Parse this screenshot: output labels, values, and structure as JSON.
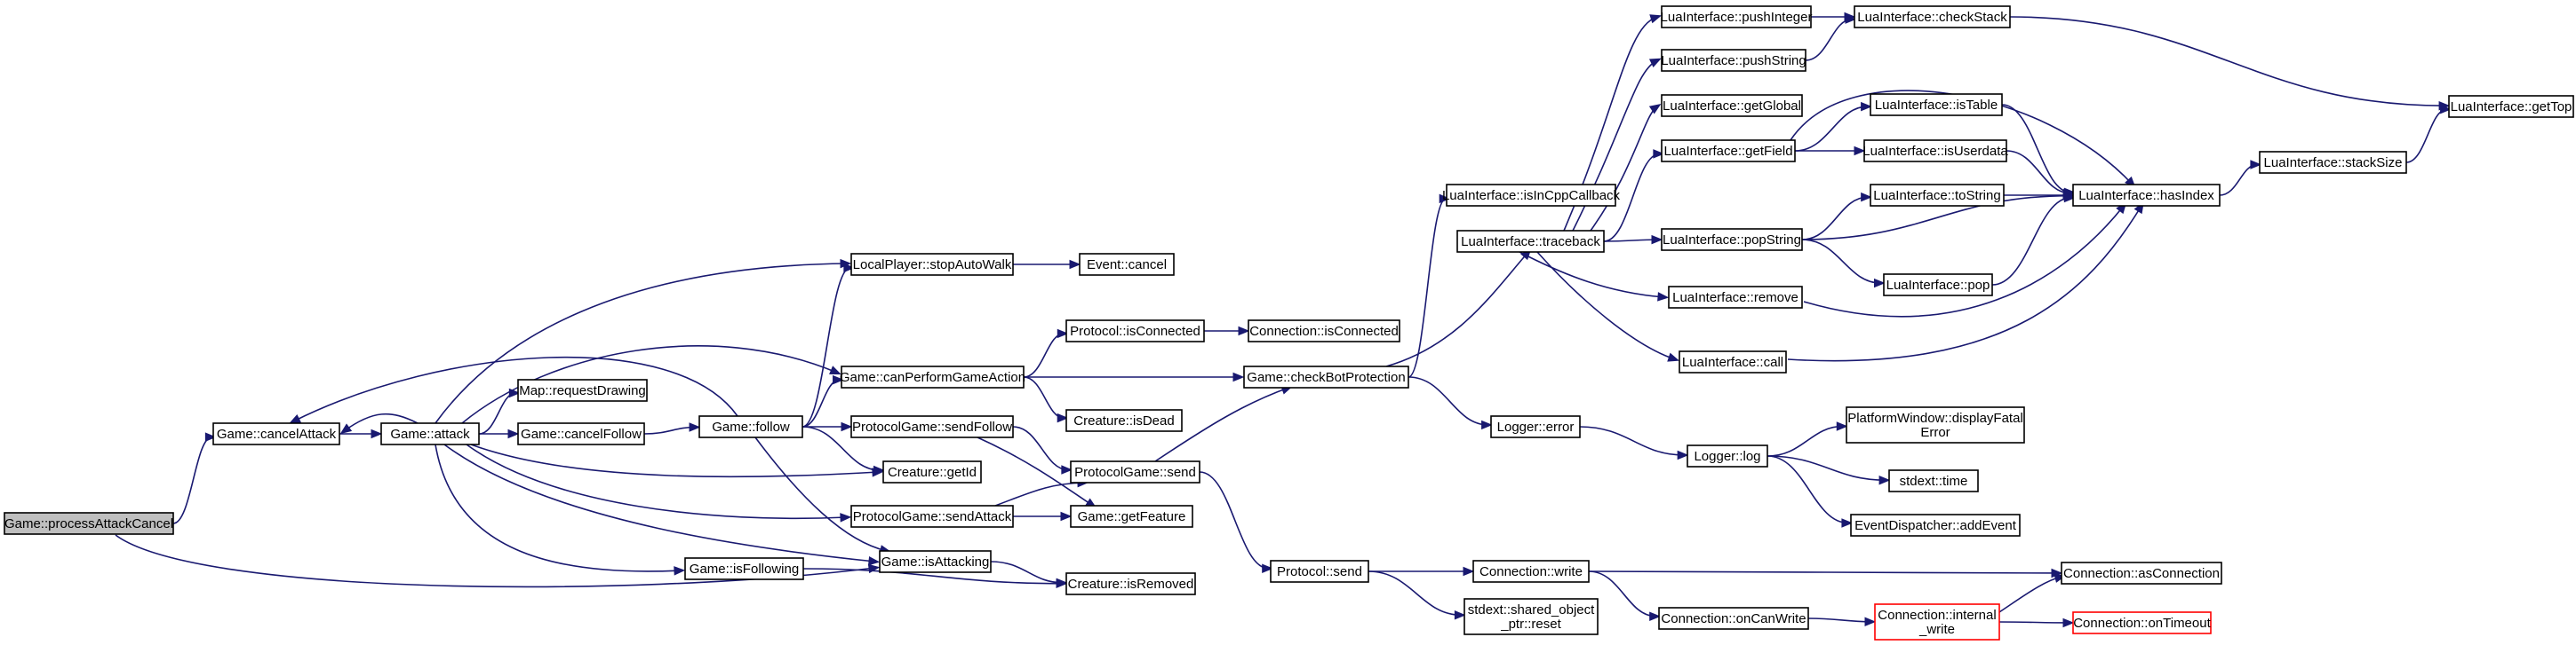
{
  "graph": {
    "colors": {
      "edge": "#191970",
      "node_border": "#000000",
      "node_border_unresolved": "#ff0000",
      "root_fill": "#bfbfbf",
      "background": "#ffffff"
    },
    "nodes": [
      {
        "id": "processAttackCancel",
        "lines": [
          "Game::processAttackCancel"
        ],
        "root": true
      },
      {
        "id": "cancelAttack",
        "lines": [
          "Game::cancelAttack"
        ]
      },
      {
        "id": "attack",
        "lines": [
          "Game::attack"
        ]
      },
      {
        "id": "requestDrawing",
        "lines": [
          "Map::requestDrawing"
        ]
      },
      {
        "id": "cancelFollow",
        "lines": [
          "Game::cancelFollow"
        ]
      },
      {
        "id": "follow",
        "lines": [
          "Game::follow"
        ]
      },
      {
        "id": "isFollowing",
        "lines": [
          "Game::isFollowing"
        ]
      },
      {
        "id": "stopAutoWalk",
        "lines": [
          "LocalPlayer::stopAutoWalk"
        ]
      },
      {
        "id": "eventCancel",
        "lines": [
          "Event::cancel"
        ]
      },
      {
        "id": "canPerform",
        "lines": [
          "Game::canPerformGameAction"
        ]
      },
      {
        "id": "protoIsConnected",
        "lines": [
          "Protocol::isConnected"
        ]
      },
      {
        "id": "connIsConnected",
        "lines": [
          "Connection::isConnected"
        ]
      },
      {
        "id": "creatureIsDead",
        "lines": [
          "Creature::isDead"
        ]
      },
      {
        "id": "sendFollow",
        "lines": [
          "ProtocolGame::sendFollow"
        ]
      },
      {
        "id": "creatureGetId",
        "lines": [
          "Creature::getId"
        ]
      },
      {
        "id": "pgSend",
        "lines": [
          "ProtocolGame::send"
        ]
      },
      {
        "id": "sendAttack",
        "lines": [
          "ProtocolGame::sendAttack"
        ]
      },
      {
        "id": "getFeature",
        "lines": [
          "Game::getFeature"
        ]
      },
      {
        "id": "isAttacking",
        "lines": [
          "Game::isAttacking"
        ]
      },
      {
        "id": "isRemoved",
        "lines": [
          "Creature::isRemoved"
        ]
      },
      {
        "id": "checkBot",
        "lines": [
          "Game::checkBotProtection"
        ]
      },
      {
        "id": "protoSend",
        "lines": [
          "Protocol::send"
        ]
      },
      {
        "id": "isInCpp",
        "lines": [
          "LuaInterface::isInCppCallback"
        ]
      },
      {
        "id": "traceback",
        "lines": [
          "LuaInterface::traceback"
        ]
      },
      {
        "id": "loggerError",
        "lines": [
          "Logger::error"
        ]
      },
      {
        "id": "loggerLog",
        "lines": [
          "Logger::log"
        ]
      },
      {
        "id": "connWrite",
        "lines": [
          "Connection::write"
        ]
      },
      {
        "id": "sharedReset",
        "lines": [
          "stdext::shared_object",
          "_ptr::reset"
        ]
      },
      {
        "id": "pushInteger",
        "lines": [
          "LuaInterface::pushInteger"
        ]
      },
      {
        "id": "pushString",
        "lines": [
          "LuaInterface::pushString"
        ]
      },
      {
        "id": "getGlobal",
        "lines": [
          "LuaInterface::getGlobal"
        ]
      },
      {
        "id": "getField",
        "lines": [
          "LuaInterface::getField"
        ]
      },
      {
        "id": "popString",
        "lines": [
          "LuaInterface::popString"
        ]
      },
      {
        "id": "remove",
        "lines": [
          "LuaInterface::remove"
        ]
      },
      {
        "id": "call",
        "lines": [
          "LuaInterface::call"
        ]
      },
      {
        "id": "checkStack",
        "lines": [
          "LuaInterface::checkStack"
        ]
      },
      {
        "id": "isTable",
        "lines": [
          "LuaInterface::isTable"
        ]
      },
      {
        "id": "isUserdata",
        "lines": [
          "LuaInterface::isUserdata"
        ]
      },
      {
        "id": "toString",
        "lines": [
          "LuaInterface::toString"
        ]
      },
      {
        "id": "pop",
        "lines": [
          "LuaInterface::pop"
        ]
      },
      {
        "id": "hasIndex",
        "lines": [
          "LuaInterface::hasIndex"
        ]
      },
      {
        "id": "stackSize",
        "lines": [
          "LuaInterface::stackSize"
        ]
      },
      {
        "id": "getTop",
        "lines": [
          "LuaInterface::getTop"
        ]
      },
      {
        "id": "displayFatal",
        "lines": [
          "PlatformWindow::displayFatal",
          "Error"
        ]
      },
      {
        "id": "stdextTime",
        "lines": [
          "stdext::time"
        ]
      },
      {
        "id": "addEvent",
        "lines": [
          "EventDispatcher::addEvent"
        ]
      },
      {
        "id": "onCanWrite",
        "lines": [
          "Connection::onCanWrite"
        ]
      },
      {
        "id": "internalWrite",
        "lines": [
          "Connection::internal",
          "_write"
        ],
        "unresolved": true
      },
      {
        "id": "asConnection",
        "lines": [
          "Connection::asConnection"
        ]
      },
      {
        "id": "onTimeout",
        "lines": [
          "Connection::onTimeout"
        ],
        "unresolved": true
      }
    ],
    "edges": [
      [
        "processAttackCancel",
        "cancelAttack"
      ],
      [
        "processAttackCancel",
        "isAttacking"
      ],
      [
        "cancelAttack",
        "attack"
      ],
      [
        "attack",
        "cancelAttack"
      ],
      [
        "attack",
        "requestDrawing"
      ],
      [
        "attack",
        "cancelFollow"
      ],
      [
        "attack",
        "stopAutoWalk"
      ],
      [
        "attack",
        "canPerform"
      ],
      [
        "attack",
        "creatureGetId"
      ],
      [
        "attack",
        "sendAttack"
      ],
      [
        "attack",
        "isFollowing"
      ],
      [
        "attack",
        "isAttacking"
      ],
      [
        "cancelFollow",
        "follow"
      ],
      [
        "follow",
        "cancelAttack"
      ],
      [
        "follow",
        "stopAutoWalk"
      ],
      [
        "follow",
        "canPerform"
      ],
      [
        "follow",
        "sendFollow"
      ],
      [
        "follow",
        "creatureGetId"
      ],
      [
        "follow",
        "isAttacking"
      ],
      [
        "isFollowing",
        "isRemoved"
      ],
      [
        "stopAutoWalk",
        "eventCancel"
      ],
      [
        "canPerform",
        "protoIsConnected"
      ],
      [
        "canPerform",
        "creatureIsDead"
      ],
      [
        "canPerform",
        "checkBot"
      ],
      [
        "protoIsConnected",
        "connIsConnected"
      ],
      [
        "sendFollow",
        "pgSend"
      ],
      [
        "sendFollow",
        "getFeature"
      ],
      [
        "sendAttack",
        "pgSend"
      ],
      [
        "sendAttack",
        "getFeature"
      ],
      [
        "pgSend",
        "checkBot"
      ],
      [
        "pgSend",
        "protoSend"
      ],
      [
        "isAttacking",
        "isRemoved"
      ],
      [
        "checkBot",
        "isInCpp"
      ],
      [
        "checkBot",
        "traceback"
      ],
      [
        "checkBot",
        "loggerError"
      ],
      [
        "loggerError",
        "loggerLog"
      ],
      [
        "loggerLog",
        "displayFatal"
      ],
      [
        "loggerLog",
        "stdextTime"
      ],
      [
        "loggerLog",
        "addEvent"
      ],
      [
        "protoSend",
        "connWrite"
      ],
      [
        "protoSend",
        "sharedReset"
      ],
      [
        "connWrite",
        "onCanWrite"
      ],
      [
        "connWrite",
        "asConnection"
      ],
      [
        "onCanWrite",
        "internalWrite"
      ],
      [
        "internalWrite",
        "asConnection"
      ],
      [
        "internalWrite",
        "onTimeout"
      ],
      [
        "traceback",
        "pushInteger"
      ],
      [
        "traceback",
        "pushString"
      ],
      [
        "traceback",
        "getGlobal"
      ],
      [
        "traceback",
        "getField"
      ],
      [
        "traceback",
        "popString"
      ],
      [
        "traceback",
        "remove"
      ],
      [
        "traceback",
        "call"
      ],
      [
        "pushInteger",
        "checkStack"
      ],
      [
        "pushString",
        "checkStack"
      ],
      [
        "checkStack",
        "getTop"
      ],
      [
        "getField",
        "isTable"
      ],
      [
        "getField",
        "isUserdata"
      ],
      [
        "getField",
        "hasIndex"
      ],
      [
        "isTable",
        "hasIndex"
      ],
      [
        "isUserdata",
        "hasIndex"
      ],
      [
        "toString",
        "hasIndex"
      ],
      [
        "popString",
        "toString"
      ],
      [
        "popString",
        "hasIndex"
      ],
      [
        "popString",
        "pop"
      ],
      [
        "pop",
        "hasIndex"
      ],
      [
        "remove",
        "hasIndex"
      ],
      [
        "call",
        "hasIndex"
      ],
      [
        "hasIndex",
        "stackSize"
      ],
      [
        "stackSize",
        "getTop"
      ]
    ]
  }
}
